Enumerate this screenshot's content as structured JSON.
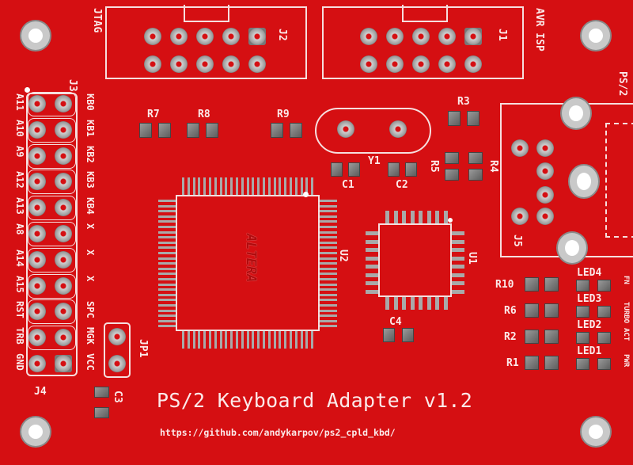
{
  "title": "PS/2 Keyboard Adapter v1.2",
  "url": "https://github.com/andykarpov/ps2_cpld_kbd/",
  "connectors": {
    "j2": {
      "ref": "J2",
      "name": "JTAG"
    },
    "j1": {
      "ref": "J1",
      "name": "AVR ISP"
    },
    "j5": {
      "ref": "J5",
      "name": "PS/2"
    },
    "j3": {
      "ref": "J3",
      "left_labels": [
        "A11",
        "A10",
        "A9",
        "A12",
        "A13",
        "A8",
        "A14",
        "A15",
        "RST",
        "TRB",
        "GND"
      ],
      "right_labels": [
        "KB0",
        "KB1",
        "KB2",
        "KB3",
        "KB4",
        "X",
        "X",
        "X",
        "SPC",
        "MGK",
        "VCC"
      ]
    },
    "j4": {
      "ref": "J4"
    },
    "jp1": {
      "ref": "JP1"
    }
  },
  "components": {
    "r7": "R7",
    "r8": "R8",
    "r9": "R9",
    "r3": "R3",
    "r4": "R4",
    "r5": "R5",
    "y1": "Y1",
    "c1": "C1",
    "c2": "C2",
    "c3": "C3",
    "c4": "C4",
    "u1": "U1",
    "u2": "U2",
    "logo": "ALTERA"
  },
  "leds": [
    {
      "res": "R10",
      "led": "LED4",
      "func": "FN"
    },
    {
      "res": "R6",
      "led": "LED3",
      "func": "TURBO"
    },
    {
      "res": "R2",
      "led": "LED2",
      "func": "ACT"
    },
    {
      "res": "R1",
      "led": "LED1",
      "func": "PWR"
    }
  ],
  "colors": {
    "board": "#d50f12",
    "silk": "#fbe9e9",
    "pad": "#8a8a8a"
  }
}
